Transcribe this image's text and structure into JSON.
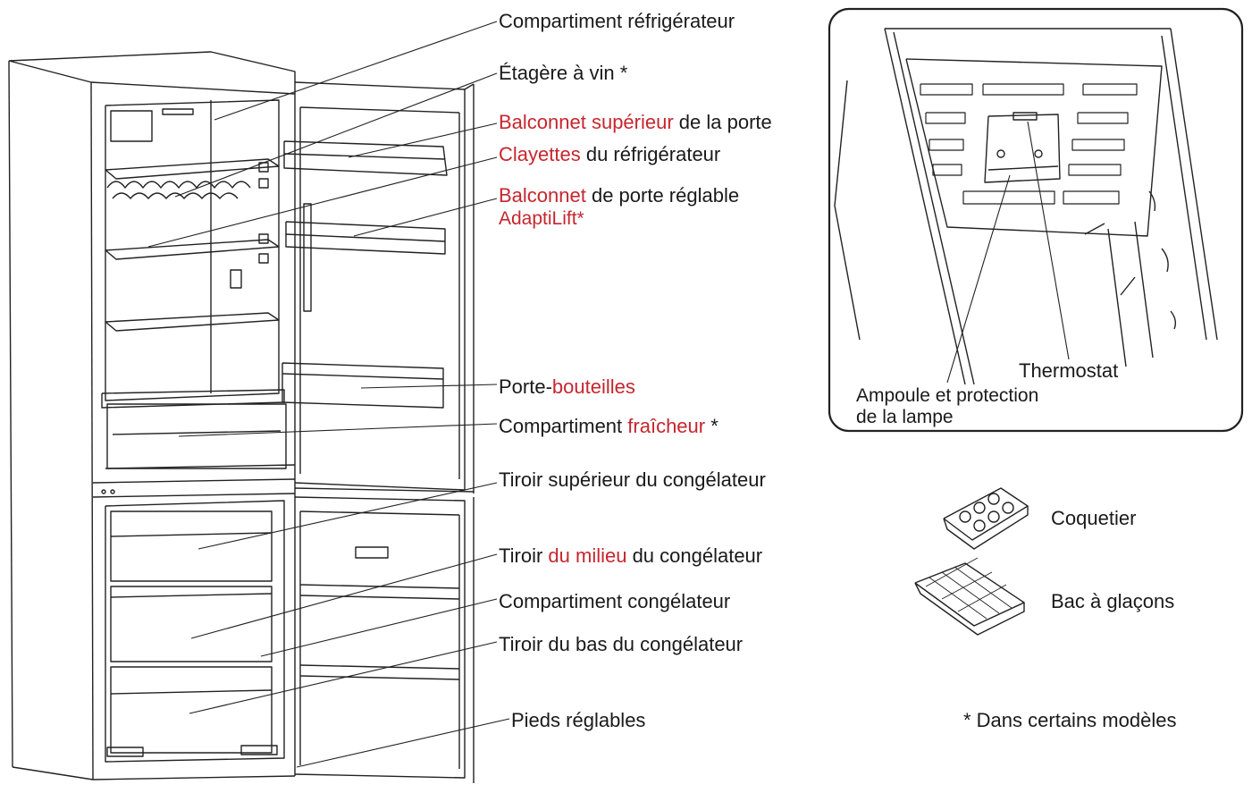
{
  "colors": {
    "highlight": "#c6262e",
    "text": "#1a1a1a",
    "line": "#222222"
  },
  "labels": {
    "fridge_compartment": "Compartiment réfrigérateur",
    "wine_shelf": "Étagère à vin *",
    "upper_door_balcony": {
      "red": "Balconnet supérieur",
      "rest": " de la porte"
    },
    "fridge_shelves": {
      "red": "Clayettes",
      "rest": " du réfrigérateur"
    },
    "adjustable_balcony": {
      "red": "Balconnet",
      "rest": " de porte réglable",
      "line2": "AdaptiLift*"
    },
    "bottle_holder": {
      "prefix": "Porte-",
      "red": "bouteilles"
    },
    "fresh_compartment": {
      "prefix": "Compartiment ",
      "red": "fraîcheur",
      "suffix": " *"
    },
    "freezer_top_drawer": "Tiroir supérieur du congélateur",
    "freezer_middle_drawer": {
      "prefix": "Tiroir ",
      "red": "du milieu",
      "suffix": " du congélateur"
    },
    "freezer_compartment": "Compartiment congélateur",
    "freezer_bottom_drawer": "Tiroir du bas du congélateur",
    "adjustable_feet": "Pieds réglables",
    "thermostat": "Thermostat",
    "lamp_line1": "Ampoule et protection",
    "lamp_line2": "de la lampe",
    "egg_tray": "Coquetier",
    "ice_tray": "Bac à glaçons",
    "footnote": "* Dans certains modèles"
  }
}
